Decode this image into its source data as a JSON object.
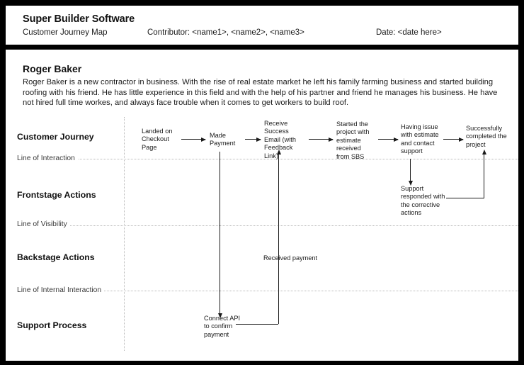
{
  "header": {
    "app_title": "Super Builder Software",
    "doc_subtitle": "Customer Journey Map",
    "contributor": "Contributor: <name1>, <name2>, <name3>",
    "date": "Date: <date here>"
  },
  "persona": {
    "name": "Roger Baker",
    "description": "Roger Baker is a new contractor in business. With the rise of real estate market he left his family farming business and started building roofing with his friend. He has little experience in this field and with the help of his partner and friend he manages his business. He have not hired full time workes, and always face trouble when it comes to get workers to build roof."
  },
  "lanes": [
    {
      "key": "customer_journey",
      "label": "Customer Journey"
    },
    {
      "key": "frontstage_actions",
      "label": "Frontstage Actions"
    },
    {
      "key": "backstage_actions",
      "label": "Backstage Actions"
    },
    {
      "key": "support_process",
      "label": "Support Process"
    }
  ],
  "separator_lines": [
    {
      "key": "line_of_interaction",
      "label": "Line of Interaction"
    },
    {
      "key": "line_of_visibility",
      "label": "Line of Visibility"
    },
    {
      "key": "line_of_internal_interaction",
      "label": "Line of Internal Interaction"
    }
  ],
  "journey_steps": [
    {
      "id": "step-1",
      "text": "Landed on Checkout Page"
    },
    {
      "id": "step-2",
      "text": "Made Payment"
    },
    {
      "id": "step-3",
      "text": "Receive Success Email (with Feedback Link)"
    },
    {
      "id": "step-4",
      "text": "Started the project with estimate received from SBS"
    },
    {
      "id": "step-5",
      "text": "Having issue with estimate and contact support"
    },
    {
      "id": "step-6",
      "text": "Successfully completed the project"
    }
  ],
  "frontstage_steps": [
    {
      "id": "frontstage-1",
      "text": "Support responded with the corrective actions"
    }
  ],
  "backstage_steps": [
    {
      "id": "backstage-1",
      "text": "Received payment"
    }
  ],
  "support_steps": [
    {
      "id": "support-1",
      "text": "Connect API to confirm payment"
    }
  ],
  "colors": {
    "frame": "#000000",
    "sheet": "#ffffff",
    "text": "#1a1a1a",
    "guide_line": "#b8b8b8",
    "connector": "#1a1a1a"
  }
}
